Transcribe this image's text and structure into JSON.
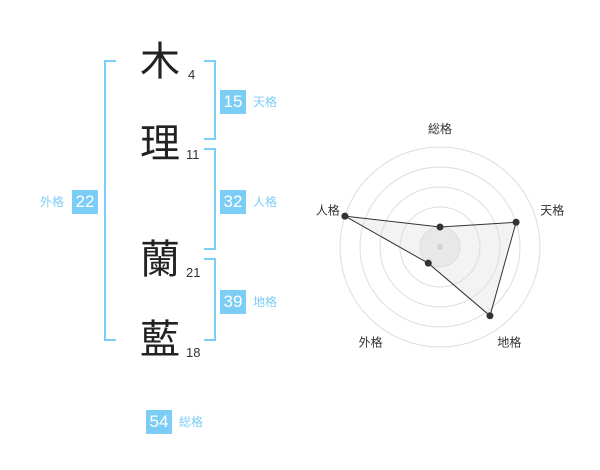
{
  "name_chars": [
    {
      "char": "木",
      "strokes": "4"
    },
    {
      "char": "理",
      "strokes": "11"
    },
    {
      "char": "蘭",
      "strokes": "21"
    },
    {
      "char": "藍",
      "strokes": "18"
    }
  ],
  "grades": {
    "tenkaku": {
      "value": "15",
      "label": "天格"
    },
    "jinkaku": {
      "value": "32",
      "label": "人格"
    },
    "chikaku": {
      "value": "39",
      "label": "地格"
    },
    "gaikaku": {
      "value": "22",
      "label": "外格"
    },
    "soukaku": {
      "value": "54",
      "label": "総格"
    }
  },
  "colors": {
    "accent": "#7ccdf6",
    "radar_fill": "#eeeeee",
    "radar_line": "#333333"
  },
  "chart_data": {
    "type": "radar",
    "axes": [
      "総格",
      "天格",
      "地格",
      "外格",
      "人格"
    ],
    "values": [
      0.2,
      0.8,
      0.85,
      0.2,
      1.0
    ],
    "range": [
      0,
      1
    ],
    "rings": 5
  }
}
